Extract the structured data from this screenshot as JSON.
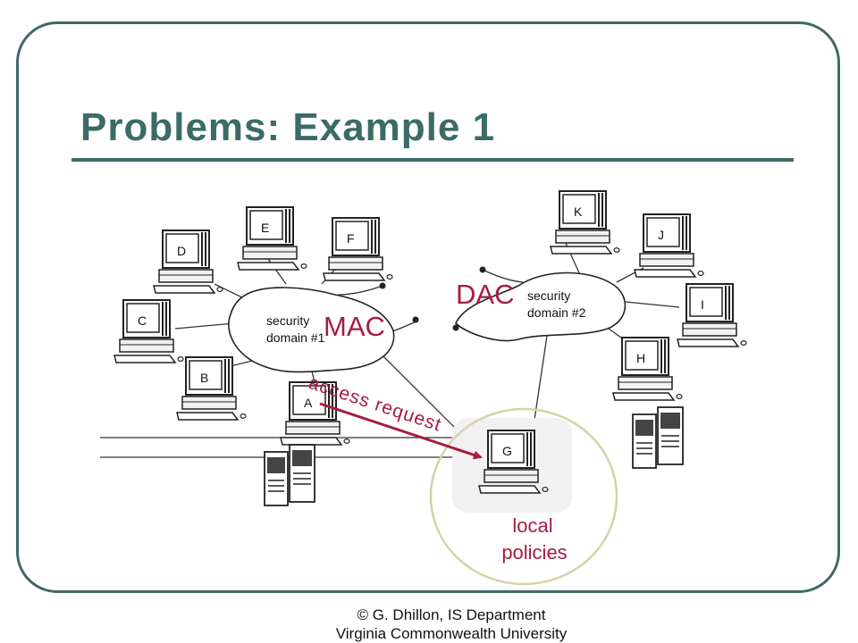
{
  "slide": {
    "title": "Problems: Example 1",
    "footer_line1": "© G. Dhillon, IS Department",
    "footer_line2": "Virginia Commonwealth University"
  },
  "diagram": {
    "domain1": {
      "line1": "security",
      "line2": "domain #1",
      "policy": "MAC"
    },
    "domain2": {
      "line1": "security",
      "line2": "domain #2",
      "policy": "DAC"
    },
    "computers": [
      "A",
      "B",
      "C",
      "D",
      "E",
      "F",
      "G",
      "H",
      "I",
      "J",
      "K"
    ],
    "arrow_label": "access request",
    "local_label_line1": "local",
    "local_label_line2": "policies",
    "colors": {
      "accent": "#a51d3e",
      "frame": "#3f6a66",
      "circle": "#d6d2a6"
    }
  }
}
